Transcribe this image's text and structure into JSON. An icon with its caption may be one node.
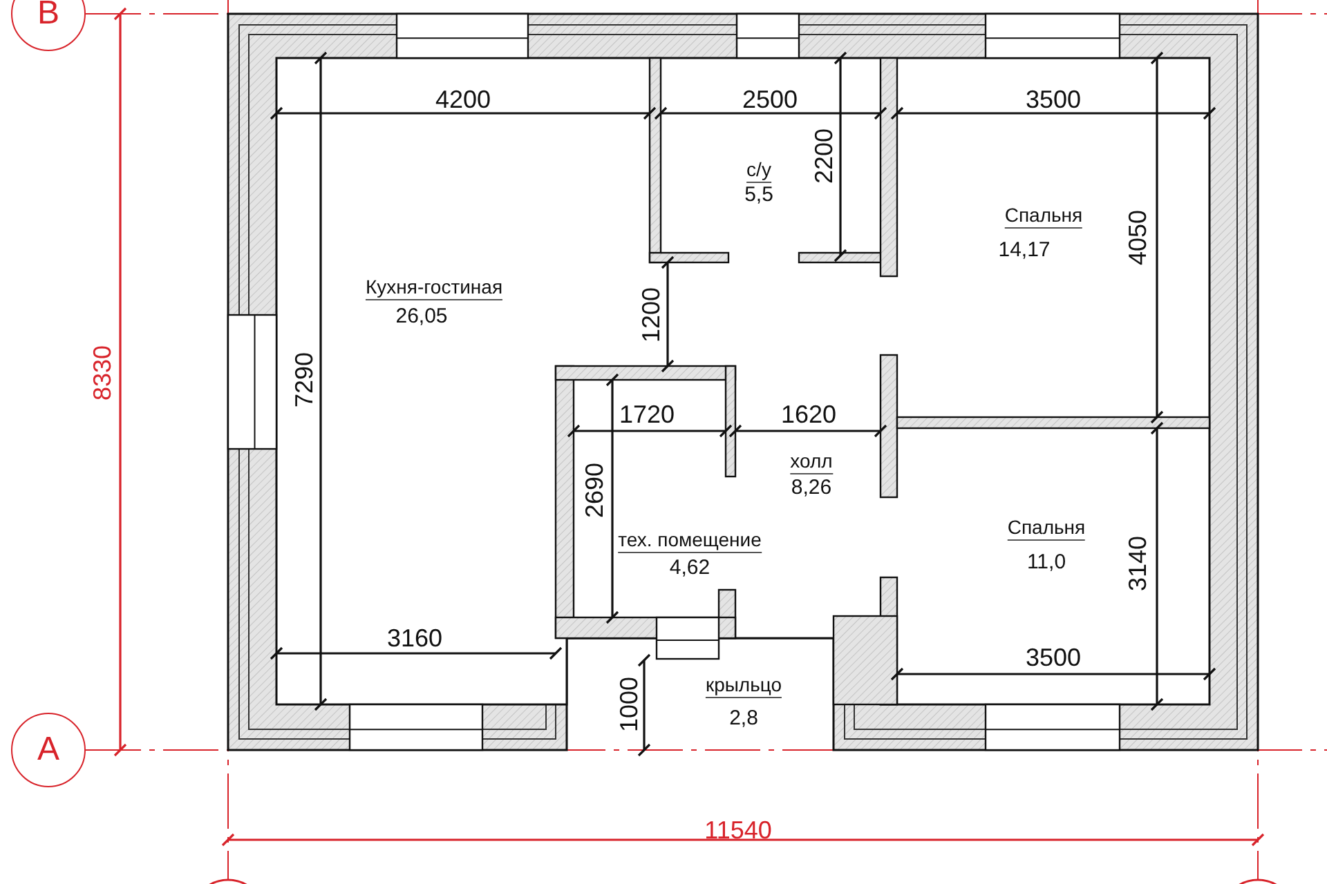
{
  "diagram": {
    "nodes": [
      {
        "text": [
          "В"
        ]
      },
      {
        "text": [
          "А"
        ]
      },
      {
        "text": [],
        "shape": "circle"
      },
      {
        "text": [],
        "shape": "circle"
      }
    ],
    "edges": [],
    "labels": [
      "4200",
      "2500",
      "3500",
      "с/у",
      "5,5",
      "2200",
      "Спальня",
      "14,17",
      "4050",
      "Кухня-гостиная",
      "26,05",
      "1200",
      "8330",
      "7290",
      "1720",
      "1620",
      "холл",
      "8,26",
      "2690",
      "тех. помещение",
      "4,62",
      "Спальня",
      "11,0",
      "3140",
      "3160",
      "3500",
      "1000",
      "крыльцо",
      "2,8",
      "11540"
    ]
  }
}
